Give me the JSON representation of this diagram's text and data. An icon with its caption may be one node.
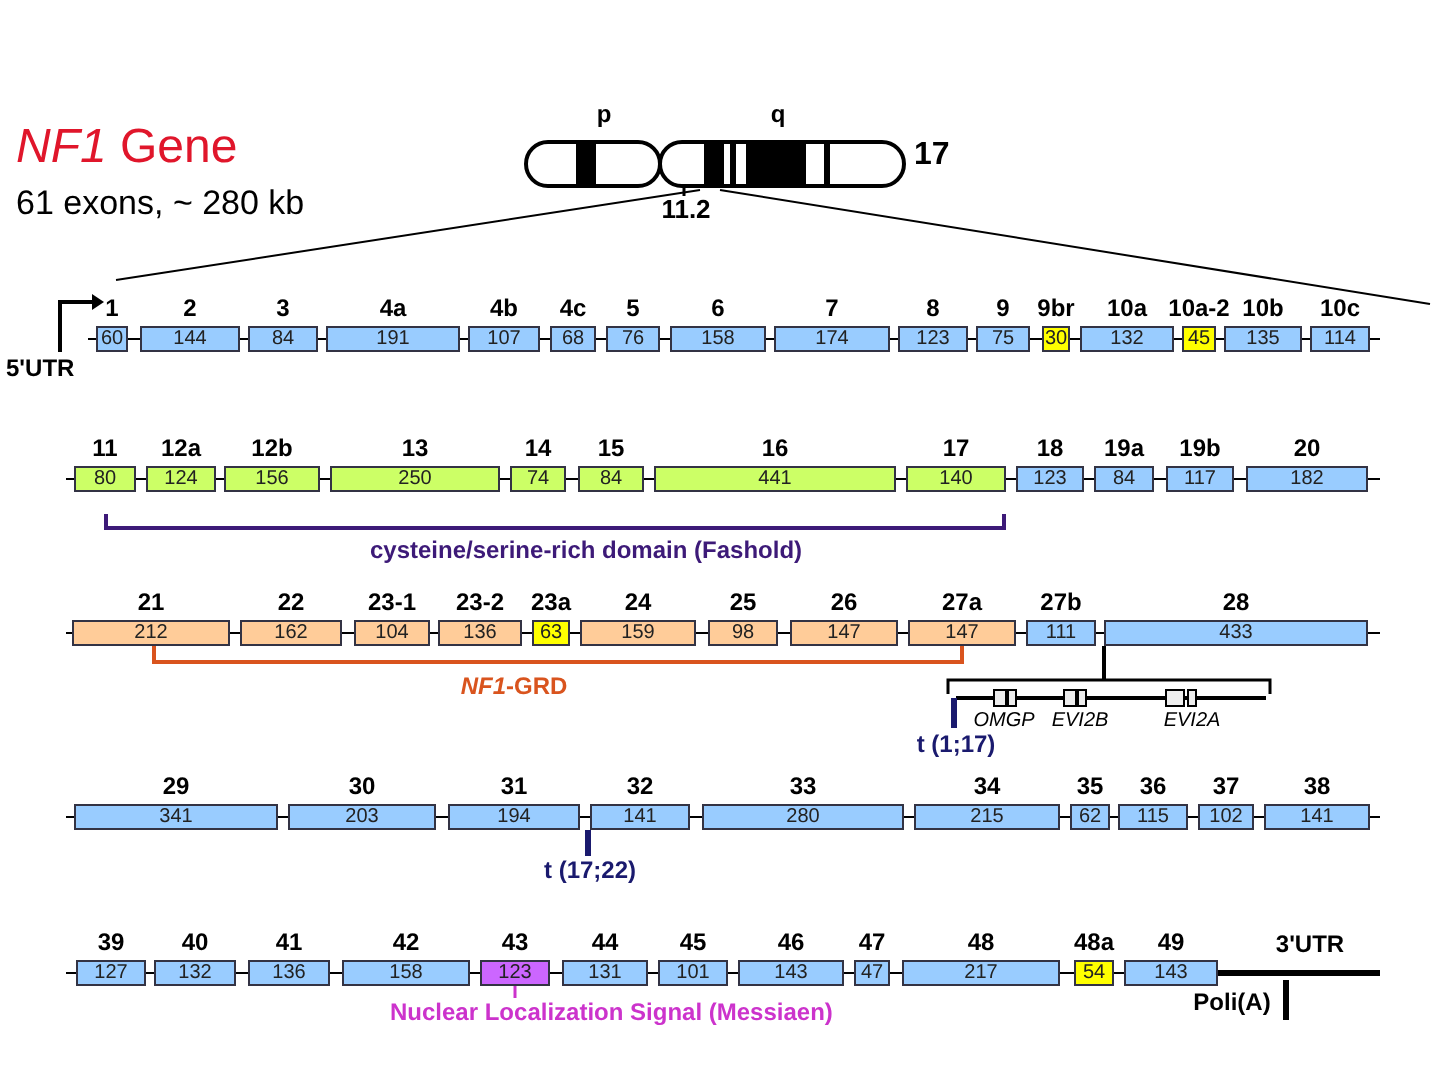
{
  "diagram": {
    "title": "*NF1* Gene",
    "nodes": [
      {
        "text": [
          "1",
          "60"
        ]
      },
      {
        "text": [
          "2",
          "144"
        ]
      },
      {
        "text": [
          "3",
          "84"
        ]
      },
      {
        "text": [
          "4a",
          "191"
        ]
      },
      {
        "text": [
          "4b",
          "107"
        ]
      },
      {
        "text": [
          "4c",
          "68"
        ]
      },
      {
        "text": [
          "5",
          "76"
        ]
      },
      {
        "text": [
          "6",
          "158"
        ]
      },
      {
        "text": [
          "7",
          "174"
        ]
      },
      {
        "text": [
          "8",
          "123"
        ]
      },
      {
        "text": [
          "9",
          "75"
        ]
      },
      {
        "text": [
          "9br",
          "30"
        ]
      },
      {
        "text": [
          "10a",
          "132"
        ]
      },
      {
        "text": [
          "10a-2",
          "45"
        ]
      },
      {
        "text": [
          "10b",
          "135"
        ]
      },
      {
        "text": [
          "10c",
          "114"
        ]
      },
      {
        "text": [
          "11",
          "80"
        ]
      },
      {
        "text": [
          "12a",
          "124"
        ]
      },
      {
        "text": [
          "12b",
          "156"
        ]
      },
      {
        "text": [
          "13",
          "250"
        ]
      },
      {
        "text": [
          "14",
          "74"
        ]
      },
      {
        "text": [
          "15",
          "84"
        ]
      },
      {
        "text": [
          "16",
          "441"
        ]
      },
      {
        "text": [
          "17",
          "140"
        ]
      },
      {
        "text": [
          "18",
          "123"
        ]
      },
      {
        "text": [
          "19a",
          "84"
        ]
      },
      {
        "text": [
          "19b",
          "117"
        ]
      },
      {
        "text": [
          "20",
          "182"
        ]
      },
      {
        "text": [
          "21",
          "212"
        ]
      },
      {
        "text": [
          "22",
          "162"
        ]
      },
      {
        "text": [
          "23-1",
          "104"
        ]
      },
      {
        "text": [
          "23-2",
          "136"
        ]
      },
      {
        "text": [
          "23a",
          "63"
        ]
      },
      {
        "text": [
          "24",
          "159"
        ]
      },
      {
        "text": [
          "25",
          "98"
        ]
      },
      {
        "text": [
          "26",
          "147"
        ]
      },
      {
        "text": [
          "27a",
          "147"
        ]
      },
      {
        "text": [
          "27b",
          "111"
        ]
      },
      {
        "text": [
          "28",
          "433"
        ]
      },
      {
        "text": [
          "29",
          "341"
        ]
      },
      {
        "text": [
          "30",
          "203"
        ]
      },
      {
        "text": [
          "31",
          "194"
        ]
      },
      {
        "text": [
          "32",
          "141"
        ]
      },
      {
        "text": [
          "33",
          "280"
        ]
      },
      {
        "text": [
          "34",
          "215"
        ]
      },
      {
        "text": [
          "35",
          "62"
        ]
      },
      {
        "text": [
          "36",
          "115"
        ]
      },
      {
        "text": [
          "37",
          "102"
        ]
      },
      {
        "text": [
          "38",
          "141"
        ]
      },
      {
        "text": [
          "39",
          "127"
        ]
      },
      {
        "text": [
          "40",
          "132"
        ]
      },
      {
        "text": [
          "41",
          "136"
        ]
      },
      {
        "text": [
          "42",
          "158"
        ]
      },
      {
        "text": [
          "43",
          "123"
        ]
      },
      {
        "text": [
          "44",
          "131"
        ]
      },
      {
        "text": [
          "45",
          "101"
        ]
      },
      {
        "text": [
          "46",
          "143"
        ]
      },
      {
        "text": [
          "47",
          "47"
        ]
      },
      {
        "text": [
          "48",
          "217"
        ]
      },
      {
        "text": [
          "48a",
          "54"
        ]
      },
      {
        "text": [
          "49",
          "143"
        ]
      },
      {
        "text": [
          "Nuclear Localization Signal (Messiaen)"
        ]
      }
    ],
    "edges": [
      {
        "from": 61,
        "to": 53,
        "arrow": "none",
        "color": "#cc33cc"
      },
      {
        "from": 0,
        "to": 1,
        "arrow": "none"
      },
      {
        "from": 1,
        "to": 2,
        "arrow": "none"
      },
      {
        "from": 2,
        "to": 3,
        "arrow": "none"
      },
      {
        "from": 3,
        "to": 4,
        "arrow": "none"
      },
      {
        "from": 4,
        "to": 5,
        "arrow": "none"
      },
      {
        "from": 5,
        "to": 6,
        "arrow": "none"
      },
      {
        "from": 6,
        "to": 7,
        "arrow": "none"
      },
      {
        "from": 7,
        "to": 8,
        "arrow": "none"
      },
      {
        "from": 8,
        "to": 9,
        "arrow": "none"
      },
      {
        "from": 9,
        "to": 10,
        "arrow": "none"
      },
      {
        "from": 10,
        "to": 11,
        "arrow": "none"
      },
      {
        "from": 11,
        "to": 12,
        "arrow": "none"
      },
      {
        "from": 12,
        "to": 13,
        "arrow": "none"
      },
      {
        "from": 13,
        "to": 14,
        "arrow": "none"
      },
      {
        "from": 14,
        "to": 15,
        "arrow": "none"
      },
      {
        "from": 16,
        "to": 17,
        "arrow": "none"
      },
      {
        "from": 17,
        "to": 18,
        "arrow": "none"
      },
      {
        "from": 18,
        "to": 19,
        "arrow": "none"
      },
      {
        "from": 19,
        "to": 20,
        "arrow": "none"
      },
      {
        "from": 20,
        "to": 21,
        "arrow": "none"
      },
      {
        "from": 21,
        "to": 22,
        "arrow": "none"
      },
      {
        "from": 22,
        "to": 23,
        "arrow": "none"
      },
      {
        "from": 23,
        "to": 24,
        "arrow": "none"
      },
      {
        "from": 24,
        "to": 25,
        "arrow": "none"
      },
      {
        "from": 25,
        "to": 26,
        "arrow": "none"
      },
      {
        "from": 26,
        "to": 27,
        "arrow": "none"
      },
      {
        "from": 28,
        "to": 29,
        "arrow": "none"
      },
      {
        "from": 29,
        "to": 30,
        "arrow": "none"
      },
      {
        "from": 30,
        "to": 31,
        "arrow": "none"
      },
      {
        "from": 31,
        "to": 32,
        "arrow": "none"
      },
      {
        "from": 32,
        "to": 33,
        "arrow": "none"
      },
      {
        "from": 33,
        "to": 34,
        "arrow": "none"
      },
      {
        "from": 34,
        "to": 35,
        "arrow": "none"
      },
      {
        "from": 35,
        "to": 36,
        "arrow": "none"
      },
      {
        "from": 36,
        "to": 37,
        "arrow": "none"
      },
      {
        "from": 37,
        "to": 38,
        "arrow": "none"
      },
      {
        "from": 39,
        "to": 40,
        "arrow": "none"
      },
      {
        "from": 40,
        "to": 41,
        "arrow": "none"
      },
      {
        "from": 41,
        "to": 42,
        "arrow": "none"
      },
      {
        "from": 42,
        "to": 43,
        "arrow": "none"
      },
      {
        "from": 43,
        "to": 44,
        "arrow": "none"
      },
      {
        "from": 44,
        "to": 45,
        "arrow": "none"
      },
      {
        "from": 45,
        "to": 46,
        "arrow": "none"
      },
      {
        "from": 46,
        "to": 47,
        "arrow": "none"
      },
      {
        "from": 47,
        "to": 48,
        "arrow": "none"
      },
      {
        "from": 49,
        "to": 50,
        "arrow": "none"
      },
      {
        "from": 50,
        "to": 51,
        "arrow": "none"
      },
      {
        "from": 51,
        "to": 52,
        "arrow": "none"
      },
      {
        "from": 52,
        "to": 53,
        "arrow": "none"
      },
      {
        "from": 53,
        "to": 54,
        "arrow": "none"
      },
      {
        "from": 54,
        "to": 55,
        "arrow": "none"
      },
      {
        "from": 55,
        "to": 56,
        "arrow": "none"
      },
      {
        "from": 56,
        "to": 57,
        "arrow": "none"
      },
      {
        "from": 57,
        "to": 58,
        "arrow": "none"
      },
      {
        "from": 58,
        "to": 59,
        "arrow": "none"
      },
      {
        "from": 59,
        "to": 60,
        "arrow": "none"
      }
    ],
    "labels": [
      "61 exons, ~ 280 kb",
      "p",
      "q",
      "17",
      "11.2",
      "5'UTR",
      "cysteine/serine-rich domain (Fashold)",
      "*NF1*-GRD",
      "OMGP",
      "EVI2B",
      "EVI2A",
      "t (1;17)",
      "t (17;22)",
      "3'UTR",
      "Poli(A)"
    ]
  }
}
